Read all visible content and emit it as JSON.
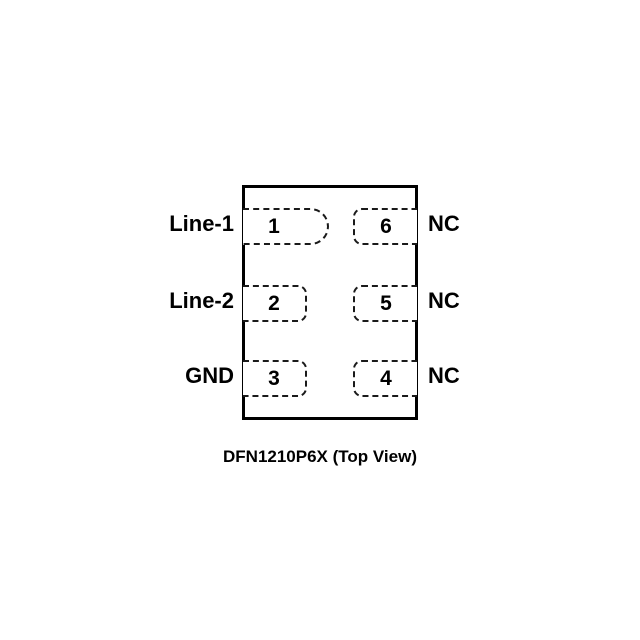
{
  "diagram": {
    "caption": "DFN1210P6X (Top View)",
    "package": "DFN1210P6X",
    "view": "Top View",
    "pin_count": 6,
    "colors": {
      "background": "#ffffff",
      "outline": "#000000",
      "pad_outline": "#1a1a1a",
      "text": "#000000"
    },
    "pins": {
      "left": [
        {
          "number": "1",
          "name": "Line-1",
          "shape": "d-shaped-pin1-identifier"
        },
        {
          "number": "2",
          "name": "Line-2",
          "shape": "rounded-rect"
        },
        {
          "number": "3",
          "name": "GND",
          "shape": "rounded-rect"
        }
      ],
      "right": [
        {
          "number": "6",
          "name": "NC",
          "shape": "rounded-rect"
        },
        {
          "number": "5",
          "name": "NC",
          "shape": "rounded-rect"
        },
        {
          "number": "4",
          "name": "NC",
          "shape": "rounded-rect"
        }
      ]
    }
  }
}
